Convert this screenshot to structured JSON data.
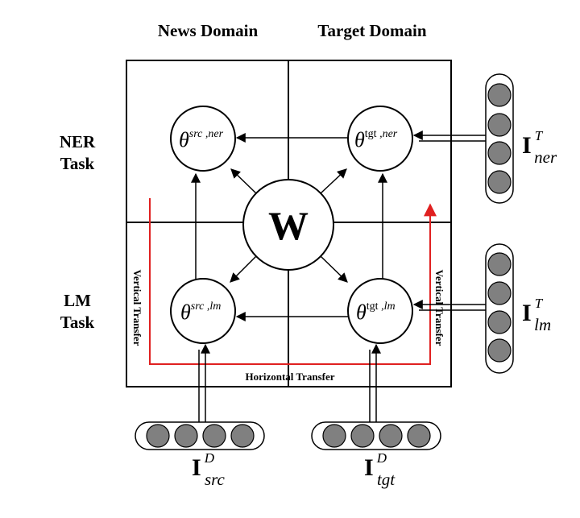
{
  "headers": {
    "news_domain": "News  Domain",
    "target_domain": "Target  Domain"
  },
  "rows": {
    "ner": {
      "line1": "NER",
      "line2": "Task"
    },
    "lm": {
      "line1": "LM",
      "line2": "Task"
    }
  },
  "center": {
    "label": "W"
  },
  "nodes": {
    "src_ner": {
      "symbol": "θ",
      "sup1": "src",
      "sep": " ,",
      "sup2": "ner"
    },
    "tgt_ner": {
      "symbol": "θ",
      "sup1": "tgt",
      "sep": " ,",
      "sup2": "ner"
    },
    "src_lm": {
      "symbol": "θ",
      "sup1": "src",
      "sep": " ,",
      "sup2": "lm"
    },
    "tgt_lm": {
      "symbol": "θ",
      "sup1": "tgt",
      "sep": " ,",
      "sup2": "lm"
    }
  },
  "inputs": {
    "ner_target": {
      "base": "I",
      "sup": "T",
      "sub": "ner"
    },
    "lm_target": {
      "base": "I",
      "sup": "T",
      "sub": "lm"
    },
    "src_domain": {
      "base": "I",
      "sup": "D",
      "sub": "src"
    },
    "tgt_domain": {
      "base": "I",
      "sup": "D",
      "sub": "tgt"
    }
  },
  "transfers": {
    "vertical_left": "Vertical Transfer",
    "vertical_right": "Vertical Transfer",
    "horizontal": "Horizontal Transfer"
  },
  "colors": {
    "transfer_path": "#e02020",
    "neuron_fill": "#808080",
    "line": "#000000"
  }
}
